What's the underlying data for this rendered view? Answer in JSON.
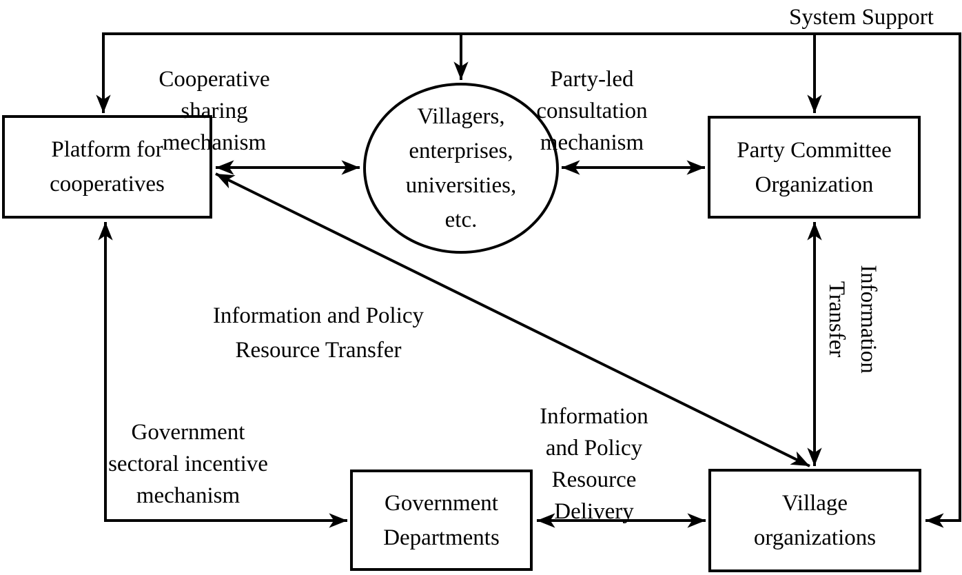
{
  "colors": {
    "background": "#ffffff",
    "line": "#000000",
    "text": "#000000"
  },
  "nodes": {
    "platform": {
      "label": "Platform for\ncooperatives",
      "shape": "rectangle"
    },
    "villagers": {
      "label": "Villagers,\nenterprises,\nuniversities,\netc.",
      "shape": "ellipse"
    },
    "party_committee": {
      "label": "Party Committee\nOrganization",
      "shape": "rectangle"
    },
    "government": {
      "label": "Government\nDepartments",
      "shape": "rectangle"
    },
    "village_orgs": {
      "label": "Village\norganizations",
      "shape": "rectangle"
    }
  },
  "labels": {
    "system_support": {
      "text": "System Support"
    },
    "cooperative_sharing": {
      "text": "Cooperative\nsharing\nmechanism"
    },
    "party_led": {
      "text": "Party-led\nconsultation\nmechanism"
    },
    "info_policy_transfer": {
      "text": "Information and Policy\nResource Transfer"
    },
    "information_transfer": {
      "text": "Information\nTransfer",
      "rotation_deg": 90
    },
    "gov_incentive": {
      "text": "Government\nsectoral incentive\nmechanism"
    },
    "info_policy_delivery": {
      "text": "Information\nand Policy\nResource\nDelivery"
    }
  },
  "edges": [
    {
      "from": "System Support line",
      "to": "Platform for cooperatives",
      "type": "arrow"
    },
    {
      "from": "System Support line",
      "to": "Villagers circle",
      "type": "arrow"
    },
    {
      "from": "System Support line",
      "to": "Party Committee Organization",
      "type": "arrow"
    },
    {
      "from": "System Support line",
      "to": "Village organizations",
      "type": "arrow"
    },
    {
      "from": "Platform for cooperatives",
      "to": "Villagers circle",
      "type": "double-arrow",
      "label": "Cooperative sharing mechanism"
    },
    {
      "from": "Villagers circle",
      "to": "Party Committee Organization",
      "type": "double-arrow",
      "label": "Party-led consultation mechanism"
    },
    {
      "from": "Party Committee Organization",
      "to": "Village organizations",
      "type": "double-arrow",
      "label": "Information Transfer"
    },
    {
      "from": "Platform for cooperatives",
      "to": "Village organizations",
      "type": "double-arrow",
      "label": "Information and Policy Resource Transfer"
    },
    {
      "from": "Platform for cooperatives",
      "to": "Government Departments",
      "type": "double-arrow",
      "label": "Government sectoral incentive mechanism"
    },
    {
      "from": "Government Departments",
      "to": "Village organizations",
      "type": "double-arrow",
      "label": "Information and Policy Resource Delivery"
    }
  ]
}
